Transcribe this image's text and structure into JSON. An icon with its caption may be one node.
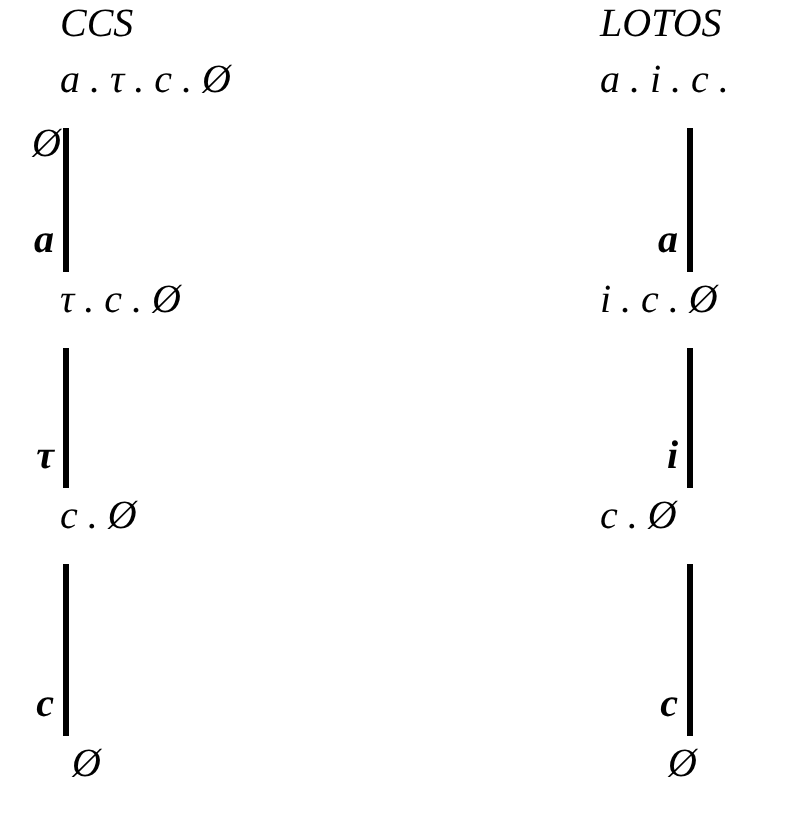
{
  "diagram": {
    "nodes": [
      {
        "text": [
          "a . τ . c . Ø"
        ]
      },
      {
        "text": [
          "τ . c . Ø"
        ]
      },
      {
        "text": [
          "c . Ø"
        ]
      },
      {
        "text": [
          "Ø"
        ]
      },
      {
        "text": [
          "a . i . c ."
        ]
      },
      {
        "text": [
          "i . c . Ø"
        ]
      },
      {
        "text": [
          "c . Ø"
        ]
      },
      {
        "text": [
          "Ø"
        ]
      }
    ],
    "edges": [
      {
        "from": 0,
        "to": 1,
        "arrow": "none",
        "label": "a"
      },
      {
        "from": 1,
        "to": 2,
        "arrow": "none",
        "label": "τ"
      },
      {
        "from": 2,
        "to": 3,
        "arrow": "none",
        "label": "c"
      },
      {
        "from": 4,
        "to": 5,
        "arrow": "none",
        "label": "a"
      },
      {
        "from": 5,
        "to": 6,
        "arrow": "none",
        "label": "i"
      },
      {
        "from": 6,
        "to": 7,
        "arrow": "none",
        "label": "c"
      }
    ],
    "labels": [
      "CCS",
      "LOTOS",
      "Ø"
    ]
  }
}
